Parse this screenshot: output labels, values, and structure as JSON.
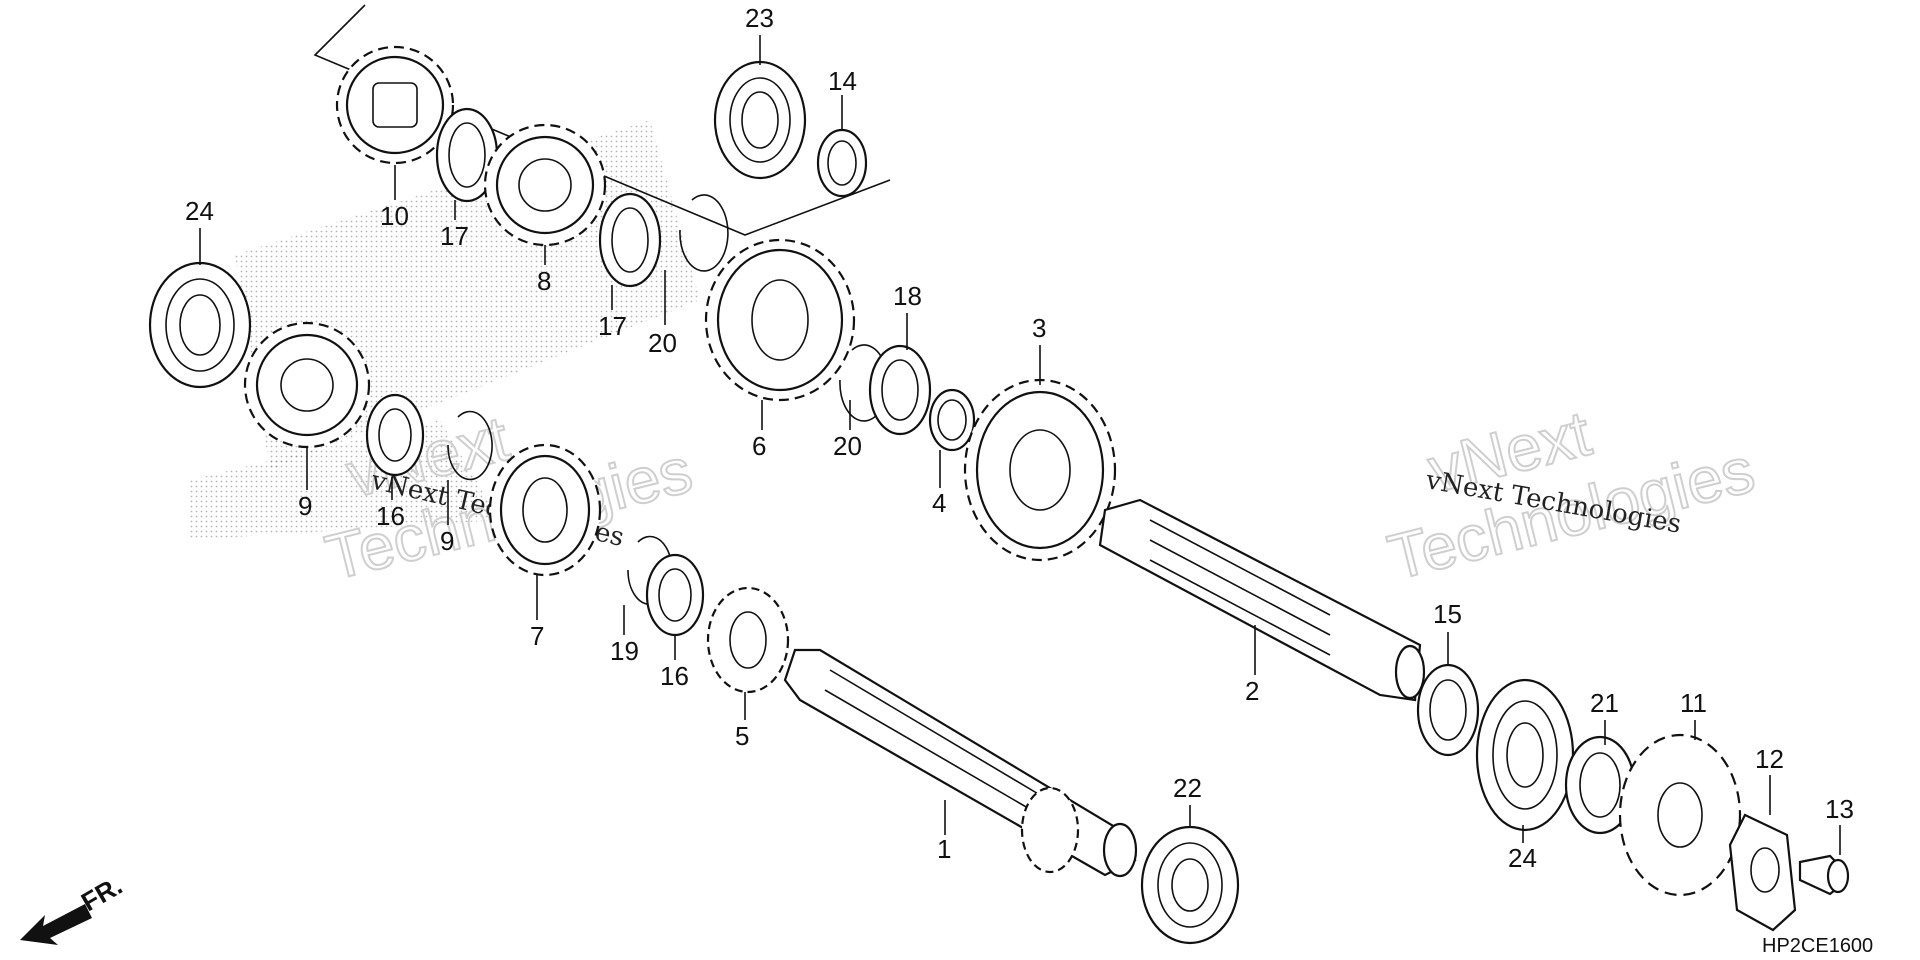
{
  "diagram_code": "HP2CE1600",
  "direction_label": "FR.",
  "watermark": {
    "brand_small": "vNext Technologies",
    "word1": "vNext",
    "word2": "Technologies"
  },
  "callouts": [
    "23",
    "14",
    "10",
    "17",
    "8",
    "17",
    "20",
    "24",
    "9",
    "16",
    "9",
    "7",
    "19",
    "16",
    "5",
    "6",
    "20",
    "18",
    "3",
    "4",
    "2",
    "15",
    "1",
    "22",
    "21",
    "11",
    "24",
    "12",
    "13"
  ]
}
